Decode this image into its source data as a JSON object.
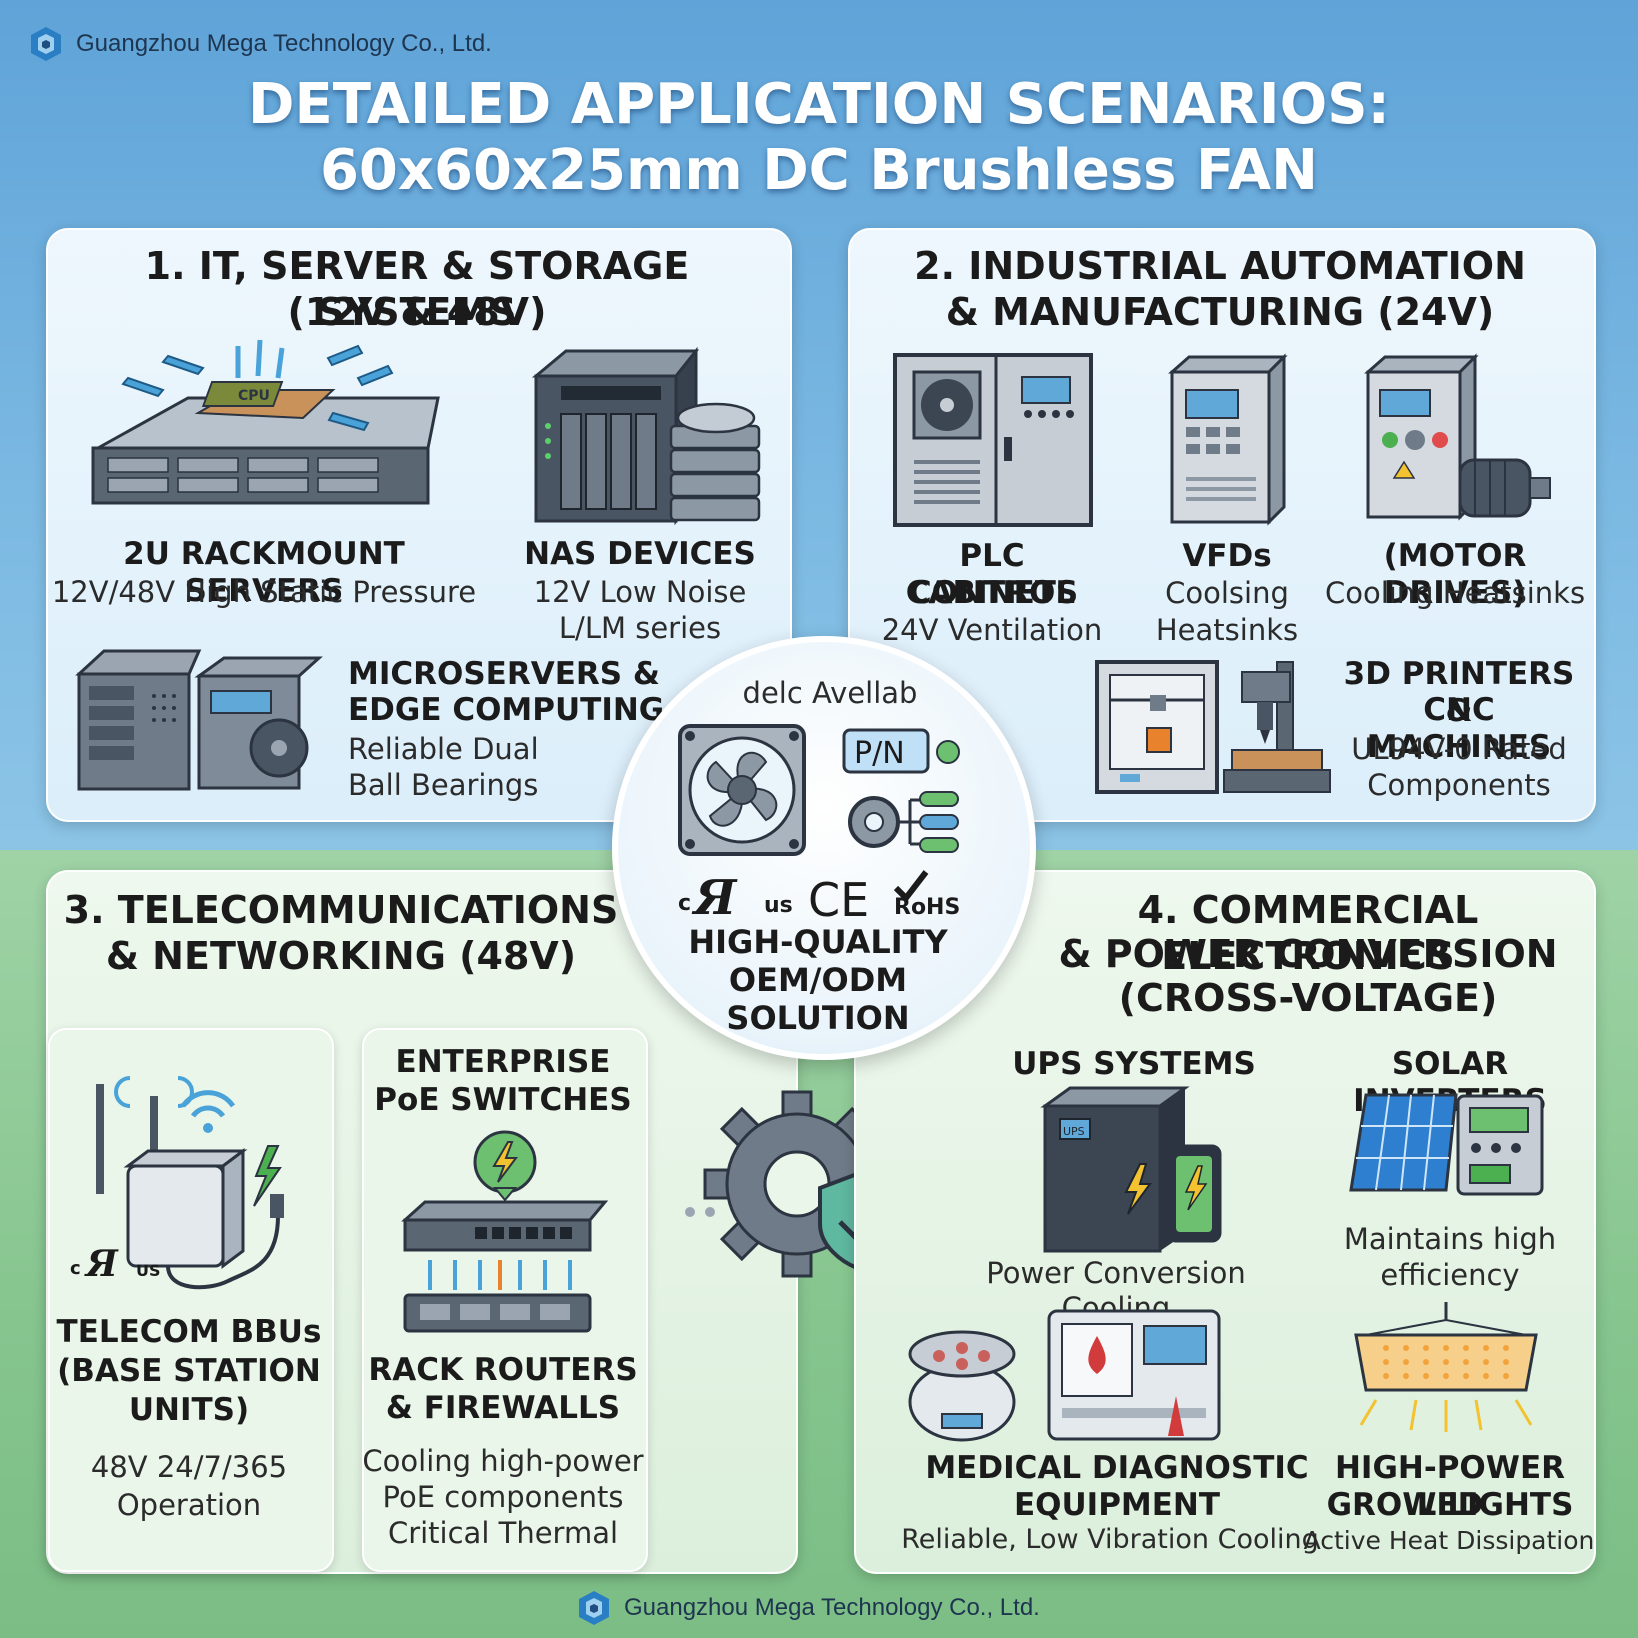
{
  "brand": {
    "company": "Guangzhou Mega Technology Co., Ltd."
  },
  "title": {
    "line1": "DETAILED APPLICATION SCENARIOS:",
    "line2": "60x60x25mm DC Brushless FAN"
  },
  "sections": {
    "it": {
      "title1": "1. IT, SERVER & STORAGE SYSTEMS",
      "title2": "(12V & 48V)",
      "items": {
        "rack": {
          "label": "2U RACKMOUNT SERVERS",
          "desc": "12V/48V High Static Pressure",
          "chip": "CPU"
        },
        "nas": {
          "label": "NAS DEVICES",
          "desc1": "12V Low Noise",
          "desc2": "L/LM series"
        },
        "micro": {
          "label1": "MICROSERVERS &",
          "label2": "EDGE COMPUTING",
          "desc1": "Reliable Dual",
          "desc2": "Ball Bearings"
        }
      }
    },
    "industrial": {
      "title1": "2. INDUSTRIAL AUTOMATION",
      "title2": "& MANUFACTURING (24V)",
      "items": {
        "plc": {
          "label1": "PLC CONTROL",
          "label2": "CABINETS",
          "desc": "24V Ventilation"
        },
        "vfd": {
          "label": "VFDs",
          "desc1": "Coolsing",
          "desc2": "Heatsinks"
        },
        "motor": {
          "label": "(MOTOR DRIVES)",
          "desc": "Cooling Heatsinks"
        },
        "printer": {
          "label1": "3D PRINTERS &",
          "label2": "CNC MACHINES",
          "desc1": "UL94V-0 Rated",
          "desc2": "Components"
        }
      }
    },
    "telecom": {
      "title1": "3. TELECOMMUNICATIONS",
      "title2": "& NETWORKING (48V)",
      "items": {
        "bbu": {
          "label1": "TELECOM BBUs",
          "label2": "(BASE STATION",
          "label3": "UNITS)",
          "desc1": "48V 24/7/365",
          "desc2": "Operation",
          "mark_c": "c",
          "mark_us": "US"
        },
        "poe": {
          "label1": "ENTERPRISE",
          "label2": "PoE SWITCHES"
        },
        "router": {
          "label1": "RACK ROUTERS",
          "label2": "& FIREWALLS",
          "desc1": "Cooling high-power",
          "desc2": "PoE components",
          "desc3": "Critical Thermal"
        }
      }
    },
    "commercial": {
      "title1": "4. COMMERCIAL ELECTRONICS",
      "title2": "& POWER CONVERSION",
      "title3": "(CROSS-VOLTAGE)",
      "items": {
        "ups": {
          "label": "UPS SYSTEMS",
          "desc": "Power Conversion Cooling",
          "screen": "UPS"
        },
        "solar": {
          "label": "SOLAR INVERTERS",
          "desc1": "Maintains high",
          "desc2": "efficiency"
        },
        "medical": {
          "label1": "MEDICAL DIAGNOSTIC",
          "label2": "EQUIPMENT",
          "desc": "Reliable, Low Vibration Cooling"
        },
        "led": {
          "label1": "HIGH-POWER LED",
          "label2": "GROW LIGHTS",
          "desc": "Active Heat Dissipation"
        }
      }
    }
  },
  "center": {
    "top_text": "delc Avellab",
    "pn": "P/N",
    "cert_c": "c",
    "cert_us": "us",
    "cert_ce": "CE",
    "cert_rohs": "RoHS",
    "line1": "HIGH-QUALITY",
    "line2": "OEM/ODM SOLUTION"
  },
  "colors": {
    "panel_title": "#1b1b1b",
    "arrow": "#4aa3d8",
    "accent_green": "#4caf50",
    "device_gray": "#4a5563"
  }
}
